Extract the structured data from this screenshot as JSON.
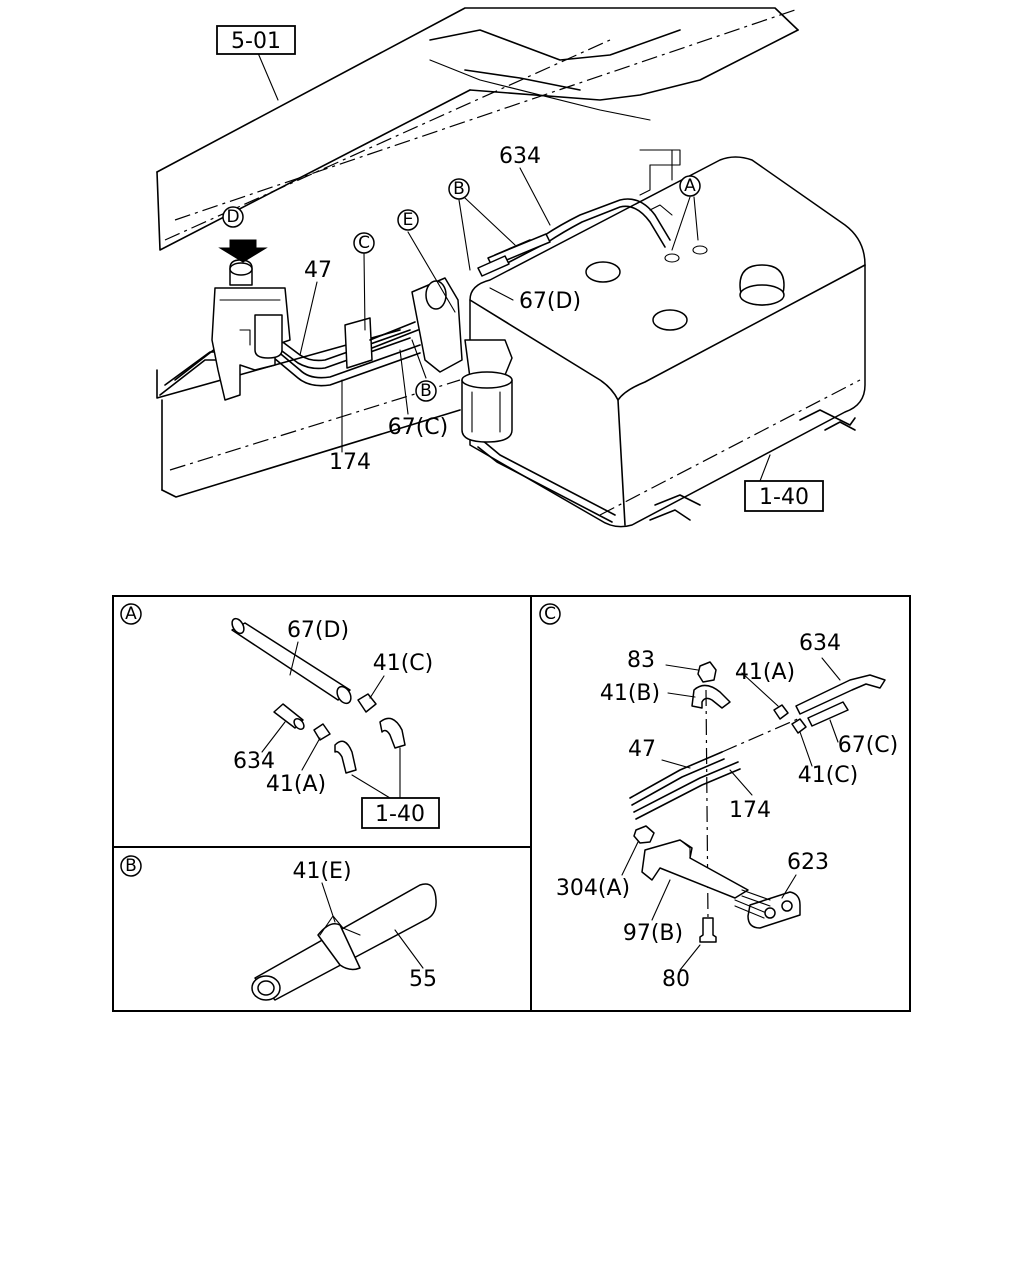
{
  "main_diagram": {
    "ref_boxes": [
      "5-01",
      "1-40"
    ],
    "callouts": [
      "A",
      "B",
      "C",
      "D",
      "E",
      "B"
    ],
    "part_labels": [
      "634",
      "47",
      "67(D)",
      "174",
      "67(C)"
    ]
  },
  "detail_a": {
    "marker": "A",
    "labels": [
      "67(D)",
      "41(C)",
      "634",
      "41(A)"
    ],
    "ref_box": "1-40"
  },
  "detail_b": {
    "marker": "B",
    "labels": [
      "41(E)",
      "55"
    ]
  },
  "detail_c": {
    "marker": "C",
    "labels": [
      "83",
      "41(A)",
      "634",
      "41(B)",
      "47",
      "67(C)",
      "41(C)",
      "174",
      "623",
      "304(A)",
      "97(B)",
      "80"
    ]
  }
}
